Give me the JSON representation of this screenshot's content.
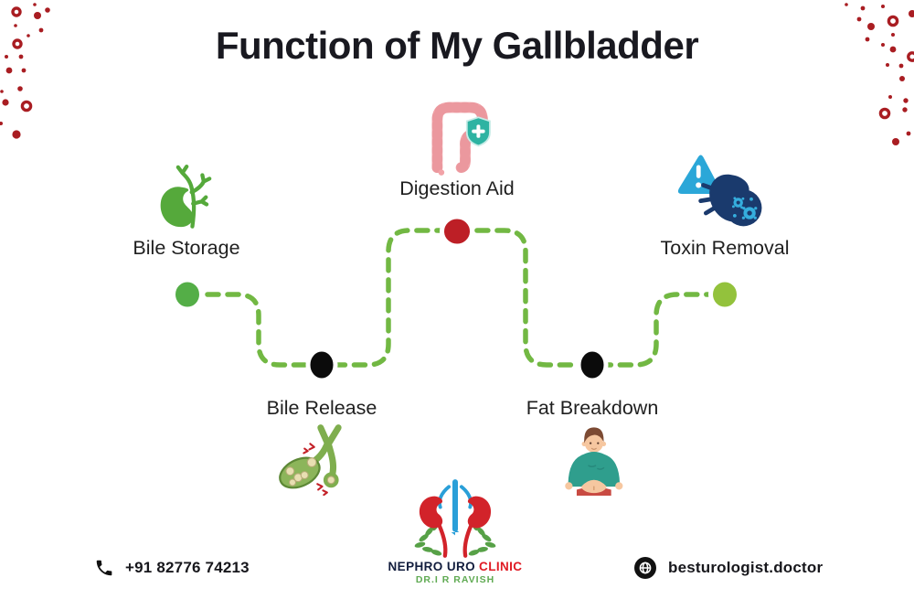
{
  "title": "Function of My Gallbladder",
  "steps": [
    {
      "id": "bile-storage",
      "label": "Bile Storage",
      "dot_color": "#54ae47"
    },
    {
      "id": "digestion-aid",
      "label": "Digestion Aid",
      "dot_color": "#bd1f26"
    },
    {
      "id": "toxin-removal",
      "label": "Toxin Removal",
      "dot_color": "#93c23c"
    },
    {
      "id": "bile-release",
      "label": "Bile Release",
      "dot_color": "#0b0b0b"
    },
    {
      "id": "fat-breakdown",
      "label": "Fat Breakdown",
      "dot_color": "#0b0b0b"
    }
  ],
  "footer": {
    "phone": "+91 82776 74213",
    "website": "besturologist.doctor"
  },
  "logo": {
    "name_primary": "NEPHRO URO",
    "name_accent": "CLINIC",
    "subtitle": "DR.I R RAVISH"
  },
  "colors": {
    "path_green": "#72b843",
    "corner_dot_red": "#a91d22",
    "title_text": "#191920",
    "shield_teal": "#2eb3a2",
    "intestine_pink": "#f2a3a8",
    "warning_cyan": "#2ba7d8",
    "kidney_navy": "#1a3a6d",
    "logo_red": "#d2232a",
    "logo_blue": "#2a9fd8",
    "logo_green": "#57a147"
  }
}
